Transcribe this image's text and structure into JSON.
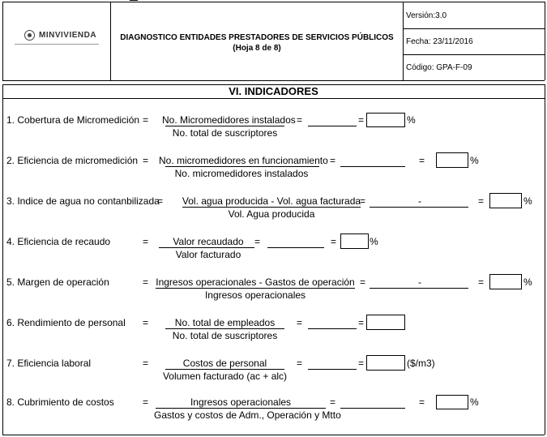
{
  "header": {
    "org_name": "MINVIVIENDA",
    "title_line1": "DIAGNOSTICO ENTIDADES PRESTADORES DE SERVICIOS PÚBLICOS",
    "title_line2": "(Hoja 8 de 8)",
    "version": "Versión:3.0",
    "fecha": "Fecha:  23/11/2016",
    "codigo": "Código: GPA-F-09"
  },
  "section": {
    "title": "VI. INDICADORES"
  },
  "indicators": [
    {
      "label": "1. Cobertura de Micromedición",
      "eq": "=",
      "numerator": "No. Micromedidores instalados",
      "denominator": "No. total de suscriptores",
      "eq2": "=",
      "eq3": "=",
      "unit": "%"
    },
    {
      "label": "2. Eficiencia de micromedición",
      "eq": "=",
      "numerator": "No. micromedidores en funcionamiento",
      "denominator": "No. micromedidores instalados",
      "eq2": "=",
      "eq3": "=",
      "unit": "%"
    },
    {
      "label": "3. Indice de agua no contanbilizada",
      "eq": "=",
      "numerator": "Vol. agua producida - Vol. agua facturada",
      "denominator": "Vol. Agua producida",
      "eq2": "=",
      "dash": "-",
      "eq3": "=",
      "unit": "%"
    },
    {
      "label": "4. Eficiencia de recaudo",
      "eq": "=",
      "numerator": "Valor recaudado",
      "denominator": "Valor facturado",
      "eq2": "=",
      "eq3": "=",
      "unit": "%"
    },
    {
      "label": "5. Margen de operación",
      "eq": "=",
      "numerator": "Ingresos operacionales - Gastos de operación",
      "denominator": "Ingresos operacionales",
      "eq2": "=",
      "dash": "-",
      "eq3": "=",
      "unit": "%"
    },
    {
      "label": "6. Rendimiento de personal",
      "eq": "=",
      "numerator": "No. total de empleados",
      "denominator": "No. total de suscriptores",
      "eq2": "=",
      "eq3": "=",
      "unit": ""
    },
    {
      "label": "7. Eficiencia laboral",
      "eq": "=",
      "numerator": "Costos de personal",
      "denominator": "Volumen facturado (ac + alc)",
      "eq2": "=",
      "eq3": "=",
      "unit": "($/m3)"
    },
    {
      "label": "8. Cubrimiento de costos",
      "eq": "=",
      "numerator": "Ingresos operacionales",
      "denominator": "Gastos y costos de Adm., Operación y Mtto",
      "eq2": "=",
      "eq3": "=",
      "unit": "%"
    }
  ]
}
